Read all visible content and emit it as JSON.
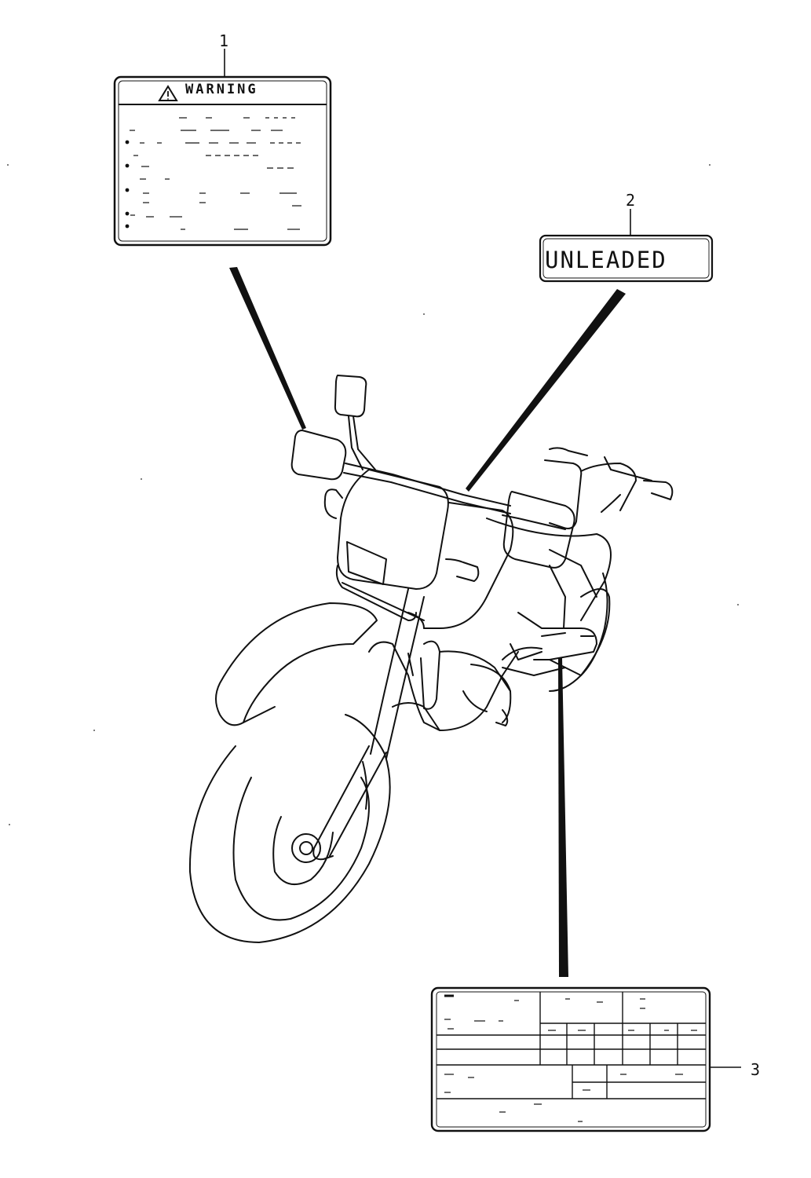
{
  "callouts": [
    {
      "number": "1"
    },
    {
      "number": "2"
    },
    {
      "number": "3"
    }
  ],
  "warning_label": {
    "title": "WARNING"
  },
  "unleaded_label": {
    "text": "UNLEADED"
  }
}
